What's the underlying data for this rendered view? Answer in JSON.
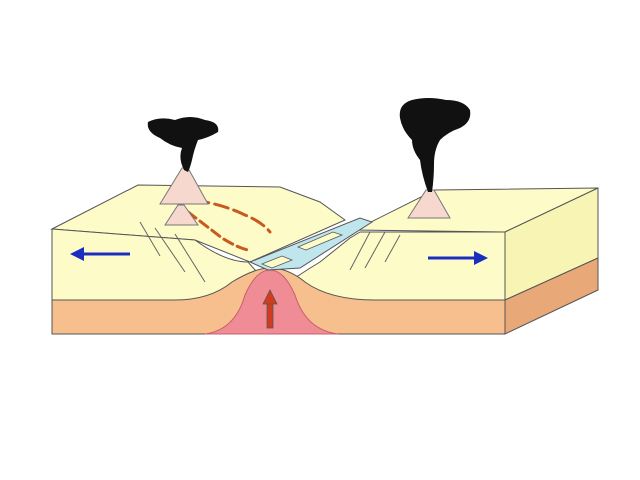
{
  "diagram": {
    "subject": "continental-rift",
    "colors": {
      "background": "#ffffff",
      "crust_top": "#fdfbc8",
      "crust_side": "#f8f5b4",
      "mantle": "#f7bf8e",
      "mantle_side": "#e9a878",
      "magma": "#f08c96",
      "rift_water": "#bfe6ec",
      "volcano": "#f6d8cf",
      "smoke": "#111111",
      "lava": "#c85a1e",
      "arrow_plate": "#1a2fc0",
      "arrow_magma": "#d23c1e",
      "outline": "#555555"
    },
    "arrows": [
      {
        "id": "left-plate-motion",
        "direction": "left"
      },
      {
        "id": "right-plate-motion",
        "direction": "right"
      },
      {
        "id": "magma-upwelling",
        "direction": "up"
      }
    ],
    "volcanoes": [
      {
        "id": "left-upper",
        "erupting": true
      },
      {
        "id": "left-lower",
        "erupting": false
      },
      {
        "id": "right",
        "erupting": true
      }
    ]
  }
}
